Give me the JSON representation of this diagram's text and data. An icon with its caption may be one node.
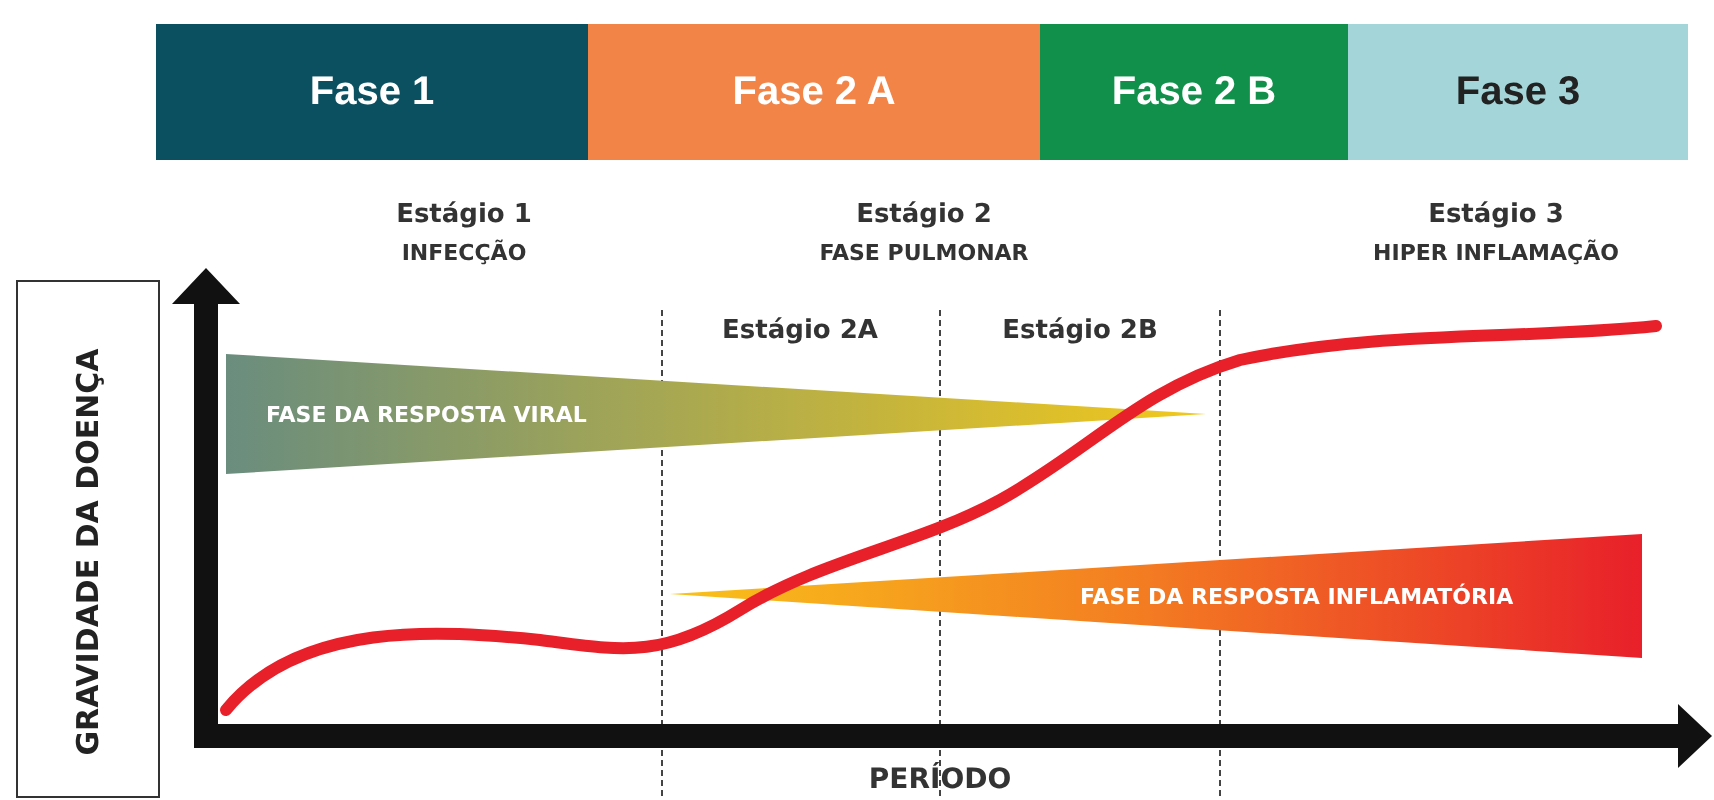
{
  "diagram": {
    "nodes": [
      {
        "text": [
          "Fase 1"
        ]
      },
      {
        "text": [
          "Fase 2 A"
        ]
      },
      {
        "text": [
          "Fase 2 B"
        ]
      },
      {
        "text": [
          "Fase 3"
        ]
      },
      {
        "text": [
          "GRAVIDADE DA DOENÇA"
        ]
      },
      {
        "text": [
          "FASE DA RESPOSTA VIRAL"
        ]
      },
      {
        "text": [
          "FASE DA RESPOSTA INFLAMATÓRIA"
        ]
      }
    ],
    "edges": [],
    "labels": [
      "Estágio 1",
      "INFECÇÃO",
      "Estágio 2",
      "FASE PULMONAR",
      "Estágio 3",
      "HIPER INFLAMAÇÃO",
      "Estágio 2A",
      "Estágio 2B",
      "PERÍODO"
    ]
  }
}
